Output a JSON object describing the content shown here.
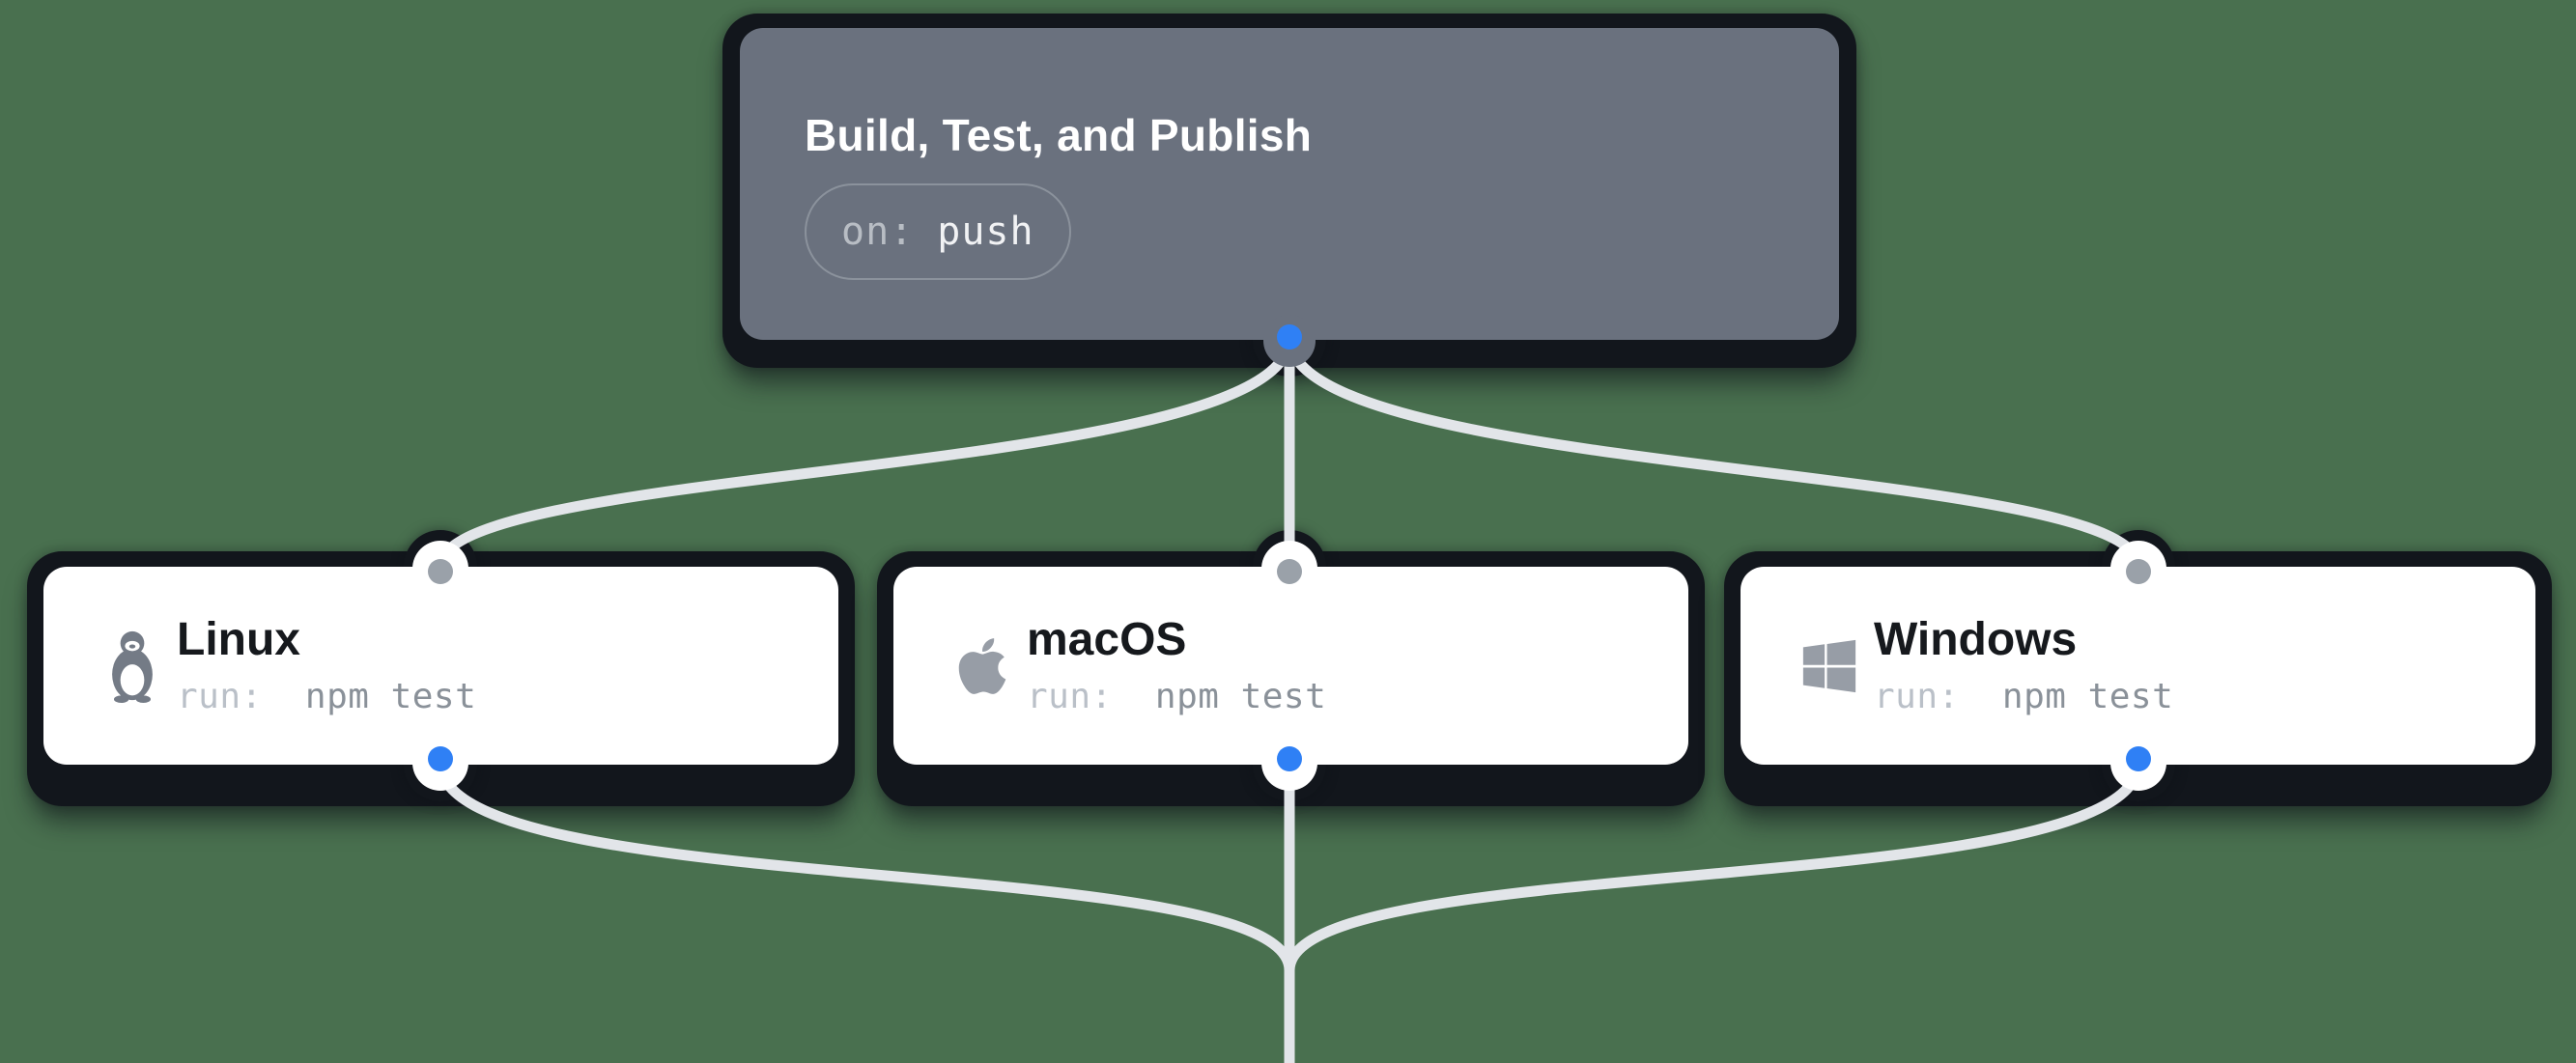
{
  "colors": {
    "bg": "#49704F",
    "shadow": "#12161C",
    "nodeGray": "#6A717E",
    "cardWhite": "#FFFFFF",
    "edge": "#E2E5E9",
    "blue": "#2F80F5",
    "portGray": "#9AA1A9",
    "iconGray": "#979DA6",
    "penguinGray": "#747B86",
    "titleLight": "#FFFFFF",
    "titleDark": "#16191D",
    "keyLight": "#B8BDC4",
    "valueLight": "#F1F2F4",
    "keyDark": "#BAC0C8",
    "valueDark": "#8A9199",
    "badgeBorder": "#8B929C"
  },
  "trigger": {
    "title": "Build, Test, and Publish",
    "badge_key": "on:",
    "badge_value": "push"
  },
  "jobs": [
    {
      "title": "Linux",
      "run_key": "run:",
      "run_value": "npm test",
      "icon": "linux-icon"
    },
    {
      "title": "macOS",
      "run_key": "run:",
      "run_value": "npm test",
      "icon": "apple-icon"
    },
    {
      "title": "Windows",
      "run_key": "run:",
      "run_value": "npm test",
      "icon": "windows-icon"
    }
  ]
}
